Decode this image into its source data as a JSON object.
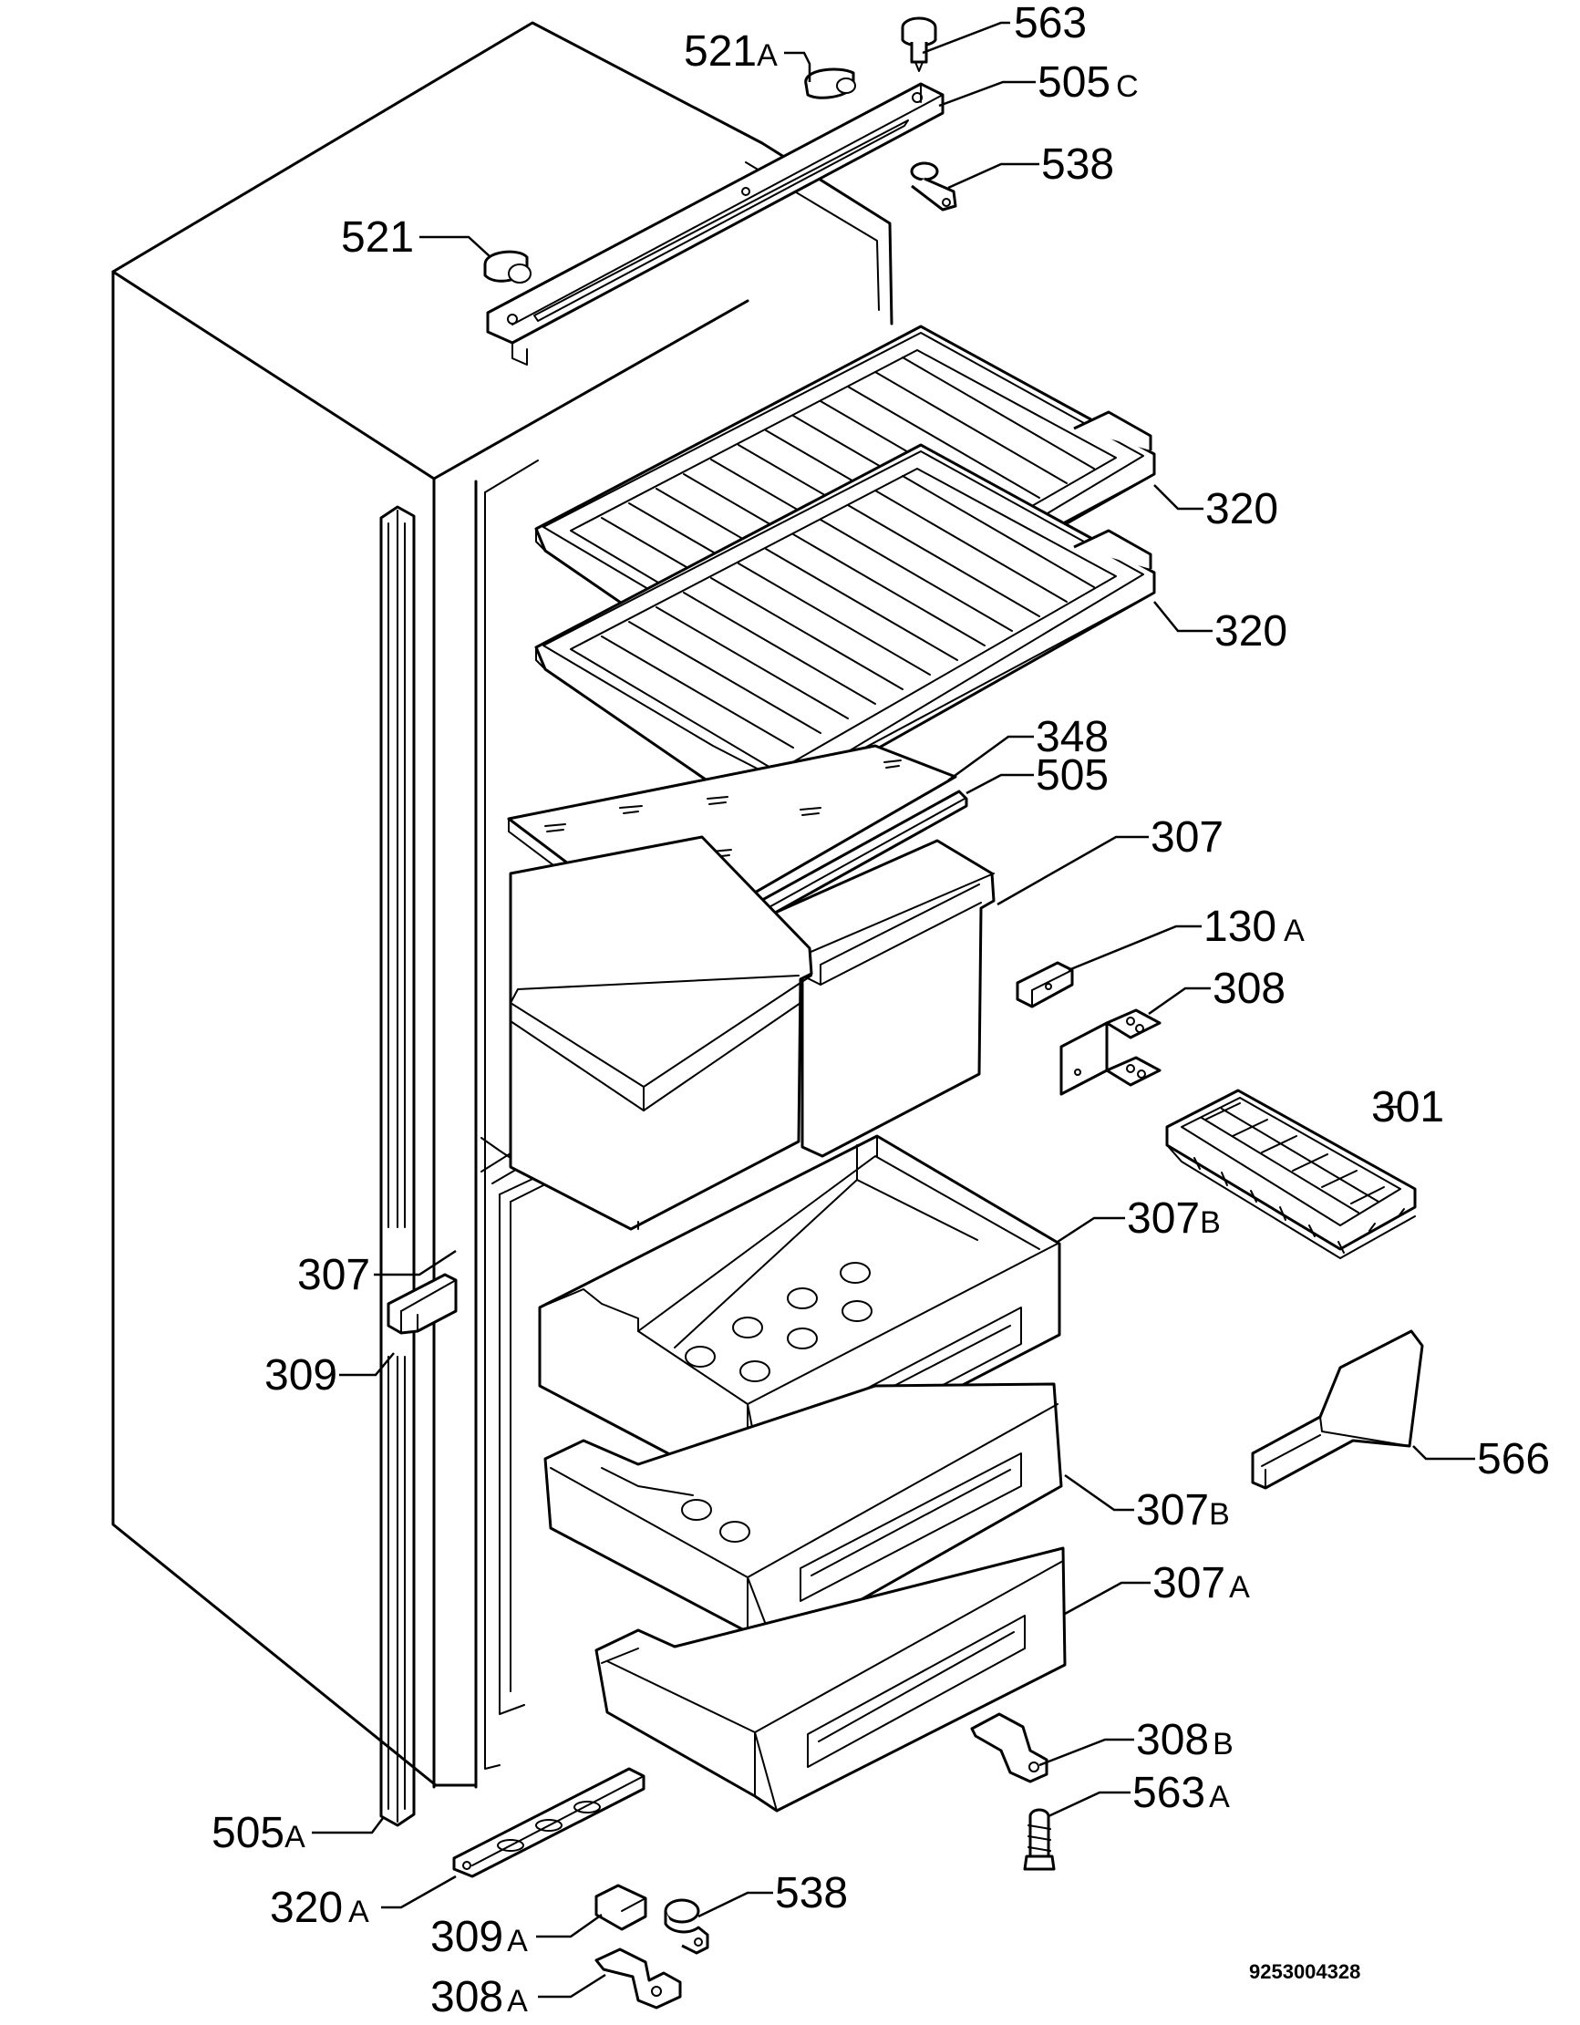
{
  "document_number": "9253004328",
  "callouts": [
    {
      "id": "563",
      "num": "563",
      "suffix": ""
    },
    {
      "id": "521A",
      "num": "521",
      "suffix": "A"
    },
    {
      "id": "505C",
      "num": "505",
      "suffix": "C"
    },
    {
      "id": "538-top",
      "num": "538",
      "suffix": ""
    },
    {
      "id": "521",
      "num": "521",
      "suffix": ""
    },
    {
      "id": "320-upper",
      "num": "320",
      "suffix": ""
    },
    {
      "id": "320-lower",
      "num": "320",
      "suffix": ""
    },
    {
      "id": "348",
      "num": "348",
      "suffix": ""
    },
    {
      "id": "505",
      "num": "505",
      "suffix": ""
    },
    {
      "id": "307-right",
      "num": "307",
      "suffix": ""
    },
    {
      "id": "130A",
      "num": "130",
      "suffix": "A"
    },
    {
      "id": "308",
      "num": "308",
      "suffix": ""
    },
    {
      "id": "301",
      "num": "301",
      "suffix": ""
    },
    {
      "id": "307B-upper",
      "num": "307",
      "suffix": "B"
    },
    {
      "id": "307-left",
      "num": "307",
      "suffix": ""
    },
    {
      "id": "309",
      "num": "309",
      "suffix": ""
    },
    {
      "id": "566",
      "num": "566",
      "suffix": ""
    },
    {
      "id": "307B-lower",
      "num": "307",
      "suffix": "B"
    },
    {
      "id": "307A",
      "num": "307",
      "suffix": "A"
    },
    {
      "id": "308B",
      "num": "308",
      "suffix": "B"
    },
    {
      "id": "563A",
      "num": "563",
      "suffix": "A"
    },
    {
      "id": "505A",
      "num": "505",
      "suffix": "A"
    },
    {
      "id": "538-bottom",
      "num": "538",
      "suffix": ""
    },
    {
      "id": "320A",
      "num": "320",
      "suffix": "A"
    },
    {
      "id": "309A",
      "num": "309",
      "suffix": "A"
    },
    {
      "id": "308A",
      "num": "308",
      "suffix": "A"
    }
  ]
}
